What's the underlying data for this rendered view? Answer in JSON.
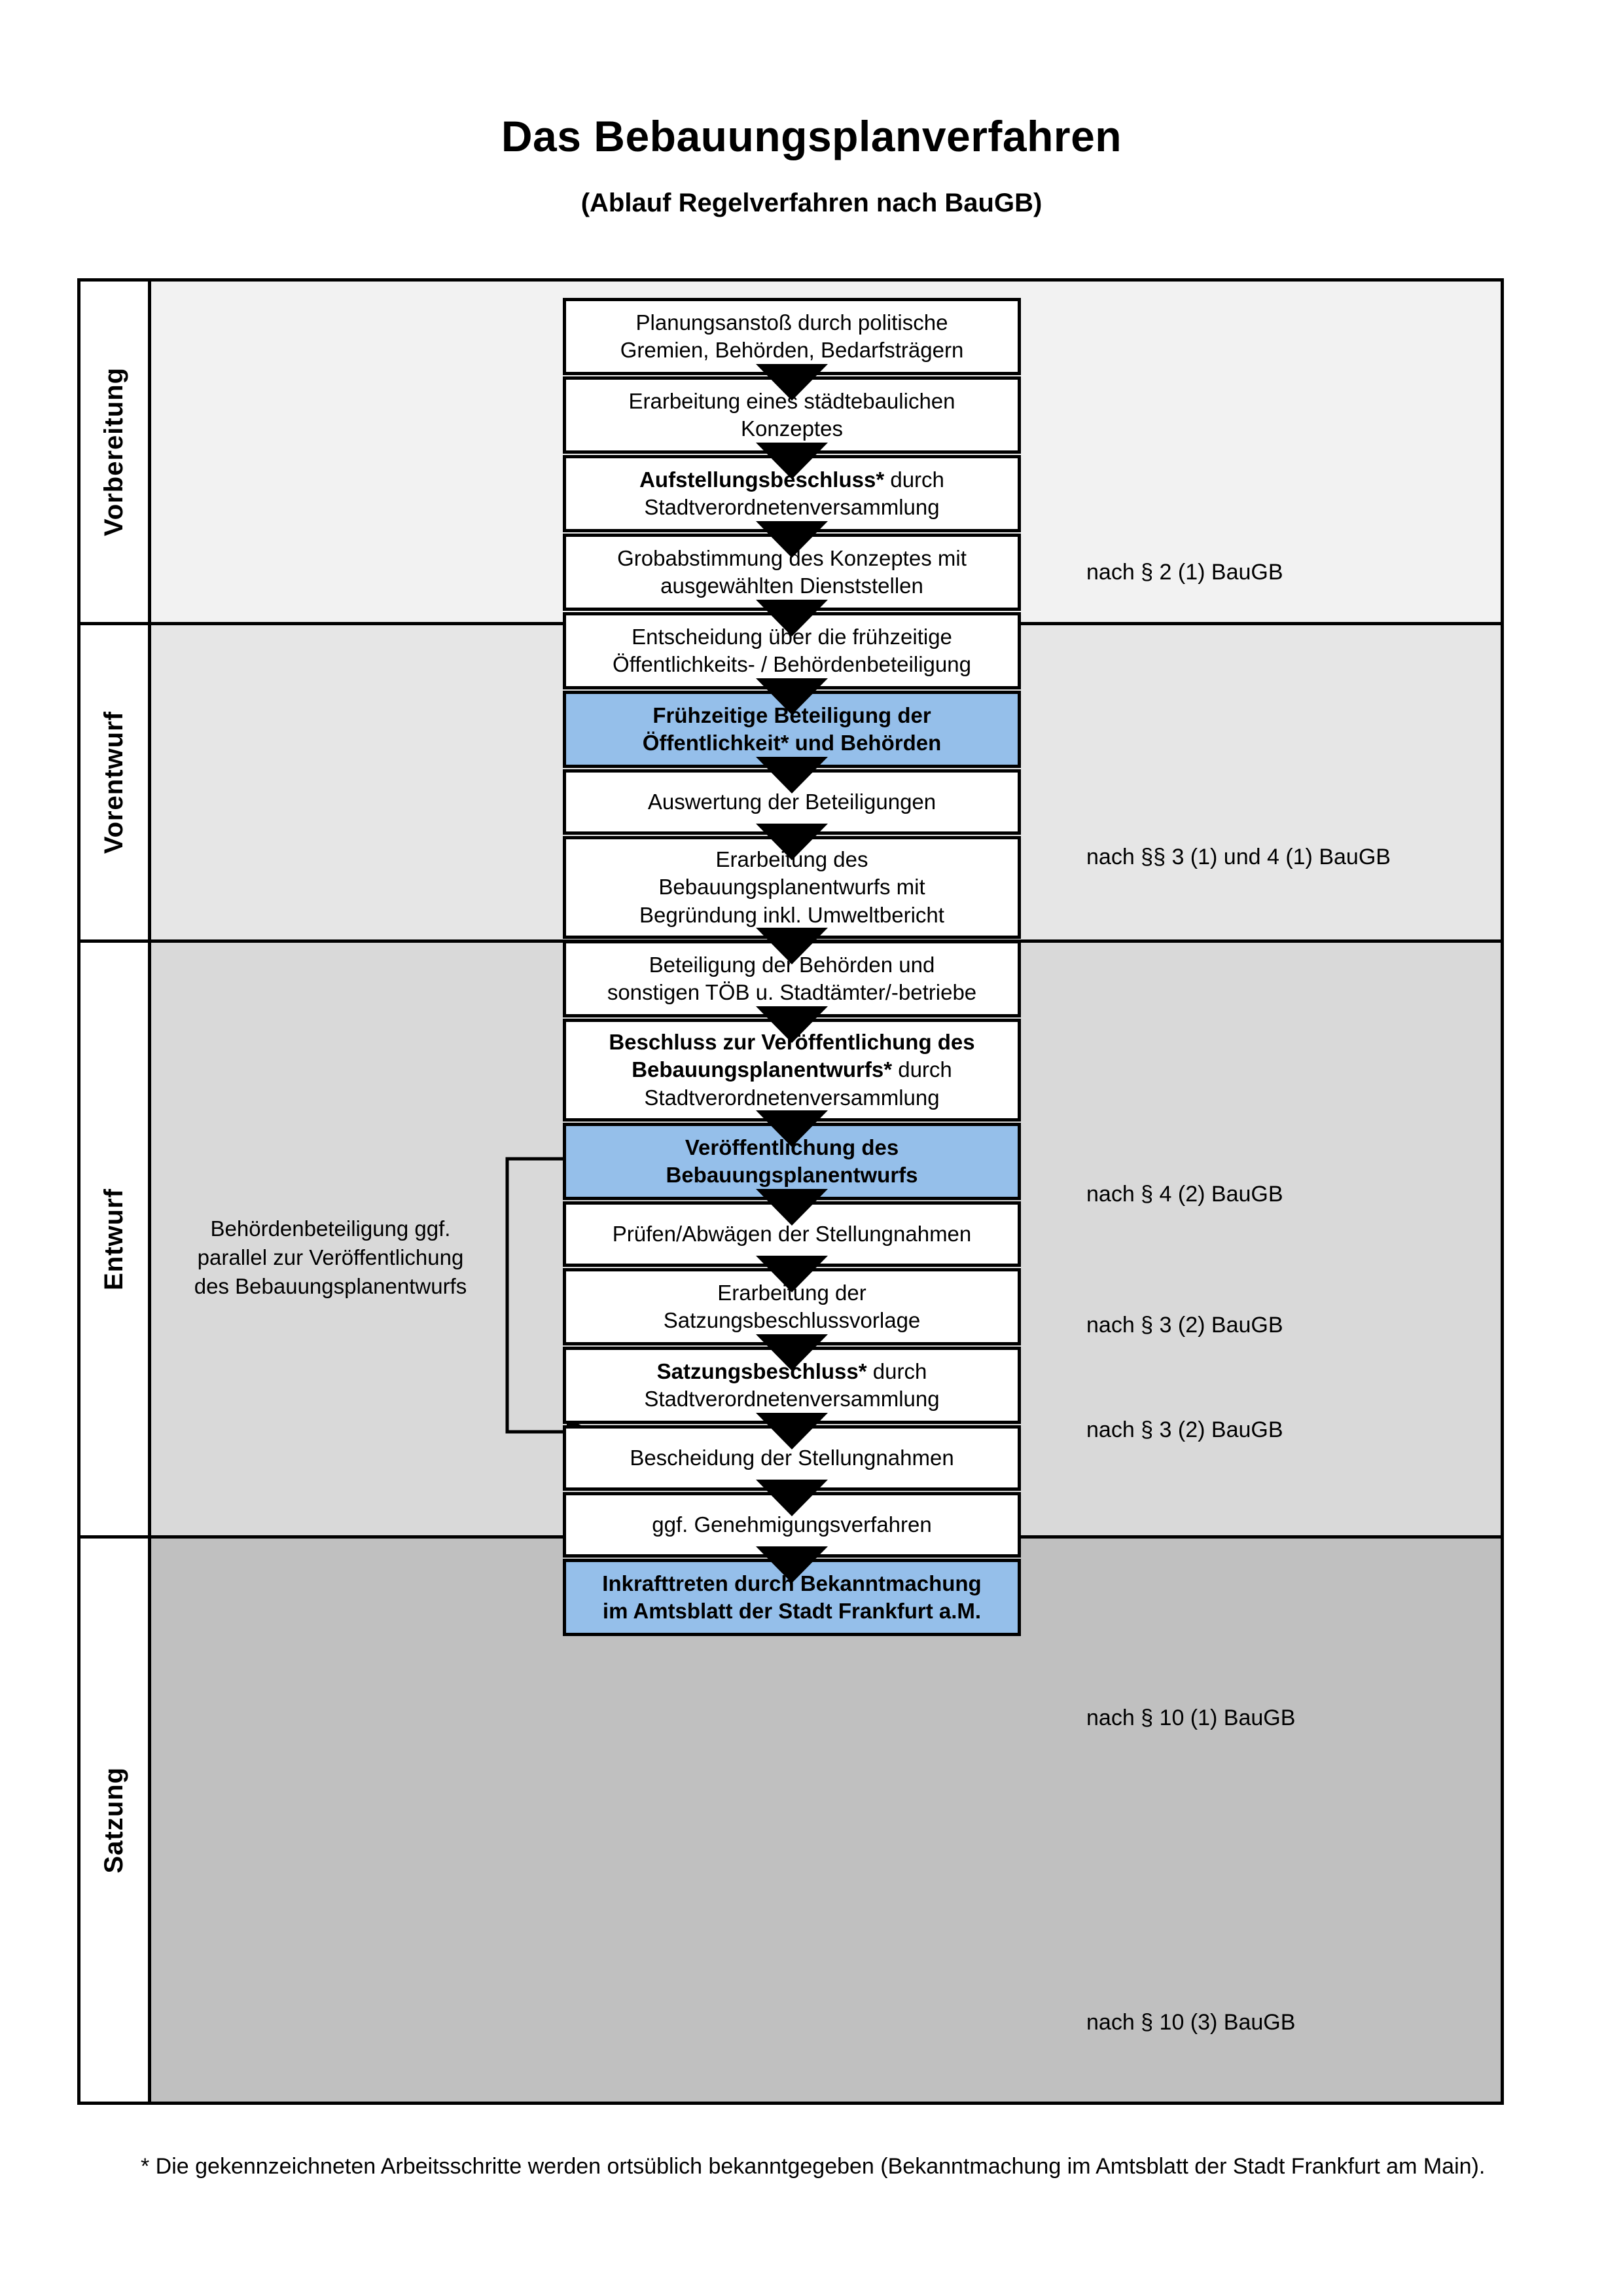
{
  "title": {
    "main": "Das Bebauungsplanverfahren",
    "sub": "(Ablauf Regelverfahren nach BauGB)"
  },
  "lanes": [
    {
      "label": "Vorbereitung"
    },
    {
      "label": "Vorentwurf"
    },
    {
      "label": "Entwurf"
    },
    {
      "label": "Satzung"
    }
  ],
  "side_note": "Behördenbeteiligung ggf. parallel zur Veröffentlichung des Bebauungsplanentwurfs",
  "steps": [
    {
      "id": "planungsanstoss",
      "lane": "Vorbereitung",
      "highlight": false,
      "lines": [
        {
          "text": "Planungsanstoß durch politische",
          "bold": false
        },
        {
          "text": "Gremien, Behörden, Bedarfsträgern",
          "bold": false
        }
      ]
    },
    {
      "id": "staedtebauliches-konzept",
      "lane": "Vorbereitung",
      "highlight": false,
      "lines": [
        {
          "text": "Erarbeitung eines städtebaulichen",
          "bold": false
        },
        {
          "text": "Konzeptes",
          "bold": false
        }
      ]
    },
    {
      "id": "aufstellungsbeschluss",
      "lane": "Vorbereitung",
      "highlight": false,
      "lines": [
        {
          "text": "Aufstellungsbeschluss*",
          "bold": true
        },
        {
          "text": " durch",
          "bold": false
        },
        {
          "text": "Stadtverordnetenversammlung",
          "bold": false,
          "newline": true
        }
      ]
    },
    {
      "id": "grobabstimmung",
      "lane": "Vorentwurf",
      "highlight": false,
      "lines": [
        {
          "text": "Grobabstimmung des Konzeptes mit",
          "bold": false
        },
        {
          "text": "ausgewählten Dienststellen",
          "bold": false
        }
      ]
    },
    {
      "id": "entscheidung-fruehzeitige",
      "lane": "Vorentwurf",
      "highlight": false,
      "lines": [
        {
          "text": "Entscheidung über die frühzeitige",
          "bold": false
        },
        {
          "text": "Öffentlichkeits- / Behördenbeteiligung",
          "bold": false
        }
      ]
    },
    {
      "id": "fruehzeitige-beteiligung",
      "lane": "Vorentwurf",
      "highlight": true,
      "lines": [
        {
          "text": "Frühzeitige Beteiligung der",
          "bold": true
        },
        {
          "text": "Öffentlichkeit* und Behörden",
          "bold": true
        }
      ]
    },
    {
      "id": "auswertung-beteiligungen",
      "lane": "Entwurf",
      "highlight": false,
      "lines": [
        {
          "text": "Auswertung der Beteiligungen",
          "bold": false
        }
      ]
    },
    {
      "id": "erarbeitung-bplanentwurf",
      "lane": "Entwurf",
      "highlight": false,
      "lines": [
        {
          "text": "Erarbeitung des",
          "bold": false
        },
        {
          "text": "Bebauungsplanentwurfs mit",
          "bold": false
        },
        {
          "text": "Begründung inkl. Umweltbericht",
          "bold": false
        }
      ]
    },
    {
      "id": "beteiligung-behoerden-toeb",
      "lane": "Entwurf",
      "highlight": false,
      "lines": [
        {
          "text": "Beteiligung der Behörden und",
          "bold": false
        },
        {
          "text": "sonstigen TÖB u. Stadtämter/-betriebe",
          "bold": false
        }
      ]
    },
    {
      "id": "beschluss-veroeffentlichung",
      "lane": "Entwurf",
      "highlight": false,
      "lines": [
        {
          "text": "Beschluss zur Veröffentlichung des",
          "bold": true
        },
        {
          "text": "Bebauungsplanentwurfs*",
          "bold": true
        },
        {
          "text": " durch",
          "bold": false
        },
        {
          "text": "Stadtverordnetenversammlung",
          "bold": false,
          "newline": true
        }
      ]
    },
    {
      "id": "veroeffentlichung-bplanentwurf",
      "lane": "Entwurf",
      "highlight": true,
      "lines": [
        {
          "text": "Veröffentlichung des",
          "bold": true
        },
        {
          "text": "Bebauungsplanentwurfs",
          "bold": true
        }
      ]
    },
    {
      "id": "pruefen-abwaegen",
      "lane": "Satzung",
      "highlight": false,
      "lines": [
        {
          "text": "Prüfen/Abwägen der Stellungnahmen",
          "bold": false
        }
      ]
    },
    {
      "id": "erarbeitung-satzungsvorlage",
      "lane": "Satzung",
      "highlight": false,
      "lines": [
        {
          "text": "Erarbeitung der",
          "bold": false
        },
        {
          "text": "Satzungsbeschlussvorlage",
          "bold": false
        }
      ]
    },
    {
      "id": "satzungsbeschluss",
      "lane": "Satzung",
      "highlight": false,
      "lines": [
        {
          "text": "Satzungsbeschluss*",
          "bold": true
        },
        {
          "text": " durch",
          "bold": false
        },
        {
          "text": "Stadtverordnetenversammlung",
          "bold": false,
          "newline": true
        }
      ]
    },
    {
      "id": "bescheidung-stellungnahmen",
      "lane": "Satzung",
      "highlight": false,
      "lines": [
        {
          "text": "Bescheidung der Stellungnahmen",
          "bold": false
        }
      ]
    },
    {
      "id": "genehmigungsverfahren",
      "lane": "Satzung",
      "highlight": false,
      "lines": [
        {
          "text": "ggf. Genehmigungsverfahren",
          "bold": false
        }
      ]
    },
    {
      "id": "inkrafttreten",
      "lane": "Satzung",
      "highlight": true,
      "lines": [
        {
          "text": "Inkrafttreten",
          "bold": true
        },
        {
          "text": " durch Bekanntmachung",
          "bold": false
        },
        {
          "text": "im Amtsblatt der Stadt Frankfurt a.M.",
          "bold": false,
          "newline": true
        }
      ]
    }
  ],
  "box_texts": {
    "planungsanstoss_l1": "Planungsanstoß durch politische",
    "planungsanstoss_l2": "Gremien, Behörden, Bedarfsträgern",
    "konzept_l1": "Erarbeitung eines städtebaulichen",
    "konzept_l2": "Konzeptes",
    "aufstellung_strong": "Aufstellungsbeschluss*",
    "aufstellung_rest": " durch",
    "aufstellung_l2": "Stadtverordnetenversammlung",
    "grobabstimmung_l1": "Grobabstimmung des Konzeptes mit",
    "grobabstimmung_l2": "ausgewählten Dienststellen",
    "entscheidung_l1": "Entscheidung über die frühzeitige",
    "entscheidung_l2": "Öffentlichkeits- / Behördenbeteiligung",
    "fruehzeitige_l1": "Frühzeitige Beteiligung der",
    "fruehzeitige_l2": "Öffentlichkeit* und Behörden",
    "auswertung_l1": "Auswertung der Beteiligungen",
    "erarbeitung_l1": "Erarbeitung des",
    "erarbeitung_l2": "Bebauungsplanentwurfs mit",
    "erarbeitung_l3": "Begründung inkl. Umweltbericht",
    "beteiligung_l1": "Beteiligung der Behörden und",
    "beteiligung_l2": "sonstigen TÖB u. Stadtämter/-betriebe",
    "beschluss_strong1": "Beschluss zur Veröffentlichung des",
    "beschluss_strong2": "Bebauungsplanentwurfs*",
    "beschluss_rest": " durch",
    "beschluss_l3": "Stadtverordnetenversammlung",
    "veroeff_l1": "Veröffentlichung des",
    "veroeff_l2": "Bebauungsplanentwurfs",
    "pruefen_l1": "Prüfen/Abwägen der Stellungnahmen",
    "satzungsvorlage_l1": "Erarbeitung der",
    "satzungsvorlage_l2": "Satzungsbeschlussvorlage",
    "satzungsbeschluss_strong": "Satzungsbeschluss*",
    "satzungsbeschluss_rest": " durch",
    "satzungsbeschluss_l2": "Stadtverordnetenversammlung",
    "bescheidung_l1": "Bescheidung der Stellungnahmen",
    "genehmigung_l1": "ggf. Genehmigungsverfahren",
    "inkrafttreten_strong": "Inkrafttreten",
    "inkrafttreten_rest": " durch Bekanntmachung",
    "inkrafttreten_l2": "im Amtsblatt der Stadt Frankfurt a.M."
  },
  "law_refs": [
    {
      "id": "ref-par2-1",
      "text": "nach § 2 (1) BauGB"
    },
    {
      "id": "ref-par3-4-1",
      "text": "nach §§ 3 (1) und 4 (1) BauGB"
    },
    {
      "id": "ref-par4-2",
      "text": "nach § 4 (2) BauGB"
    },
    {
      "id": "ref-par3-2a",
      "text": "nach § 3 (2) BauGB"
    },
    {
      "id": "ref-par3-2b",
      "text": "nach § 3 (2) BauGB"
    },
    {
      "id": "ref-par10-1",
      "text": "nach § 10 (1) BauGB"
    },
    {
      "id": "ref-par10-3",
      "text": "nach § 10 (3) BauGB"
    }
  ],
  "footnote": "* Die gekennzeichneten Arbeitsschritte werden ortsüblich bekanntgegeben (Bekanntmachung im Amtsblatt  der Stadt Frankfurt am Main).",
  "colors": {
    "highlight_blue": "#95bfea",
    "lane_vorbereitung": "#f2f2f2",
    "lane_vorentwurf": "#e6e6e6",
    "lane_entwurf": "#d9d9d9",
    "lane_satzung": "#c0c0c0",
    "box_border": "#000000"
  }
}
